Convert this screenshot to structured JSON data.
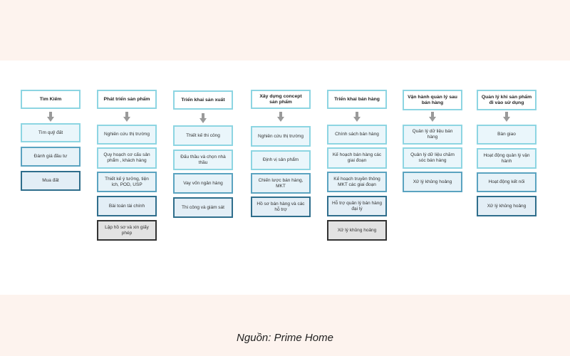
{
  "columns": [
    {
      "title": "Tìm Kiếm",
      "items": [
        "Tìm quỹ đất",
        "Đánh giá đầu tư",
        "Mua đất"
      ]
    },
    {
      "title": "Phát triển sản phẩm",
      "items": [
        "Nghiên cứu thị trường",
        "Quy hoạch cơ cấu sản phẩm , khách hàng",
        "Thiết kế ý tưởng, tiện ích, POD, USP",
        "Bài toán tài chính",
        "Lập hồ sơ và xin giấy phép"
      ]
    },
    {
      "title": "Triển khai sản xuất",
      "items": [
        "Thiết kế thi công",
        "Đấu thầu và chọn nhà thầu",
        "Vay vốn ngân hàng",
        "Thi công và giám sát"
      ]
    },
    {
      "title": "Xây dựng concept sản phẩm",
      "items": [
        "Nghiên cứu thị trường",
        "Định vị sản phẩm",
        "Chiến lược bán hàng, MKT",
        "Hồ sơ bán hàng và các hỗ trợ"
      ]
    },
    {
      "title": "Triển khai bán hàng",
      "items": [
        "Chính sách bán hàng",
        "Kế hoạch bán hàng các giai đoạn",
        "Kế hoạch truyền thông MKT các giai đoạn",
        "Hỗ trợ quản lý bán hàng đại lý",
        "Xử lý khủng hoảng"
      ]
    },
    {
      "title": "Vận hành quản lý sau bán hàng",
      "items": [
        "Quản lý dữ liệu bán hàng",
        "Quản lý dữ liệu chăm sóc bán hàng",
        "Xử lý khủng hoảng"
      ]
    },
    {
      "title": "Quản lý khi sản phẩm đi vào sử dụng",
      "items": [
        "Bàn giao",
        "Hoạt động quản lý vận hành",
        "Hoạt động kết nối",
        "Xử lý khủng hoảng"
      ]
    }
  ],
  "source": "Nguồn: Prime Home",
  "colors": {
    "header_border": "#8dd5e2",
    "level1_border": "#8dd5e2",
    "level2_border": "#5aa3c0",
    "level3_border": "#2f6e8c",
    "gray_border": "#333333",
    "arrow": "#9a9a9a",
    "page_background": "#fdf3ee"
  }
}
